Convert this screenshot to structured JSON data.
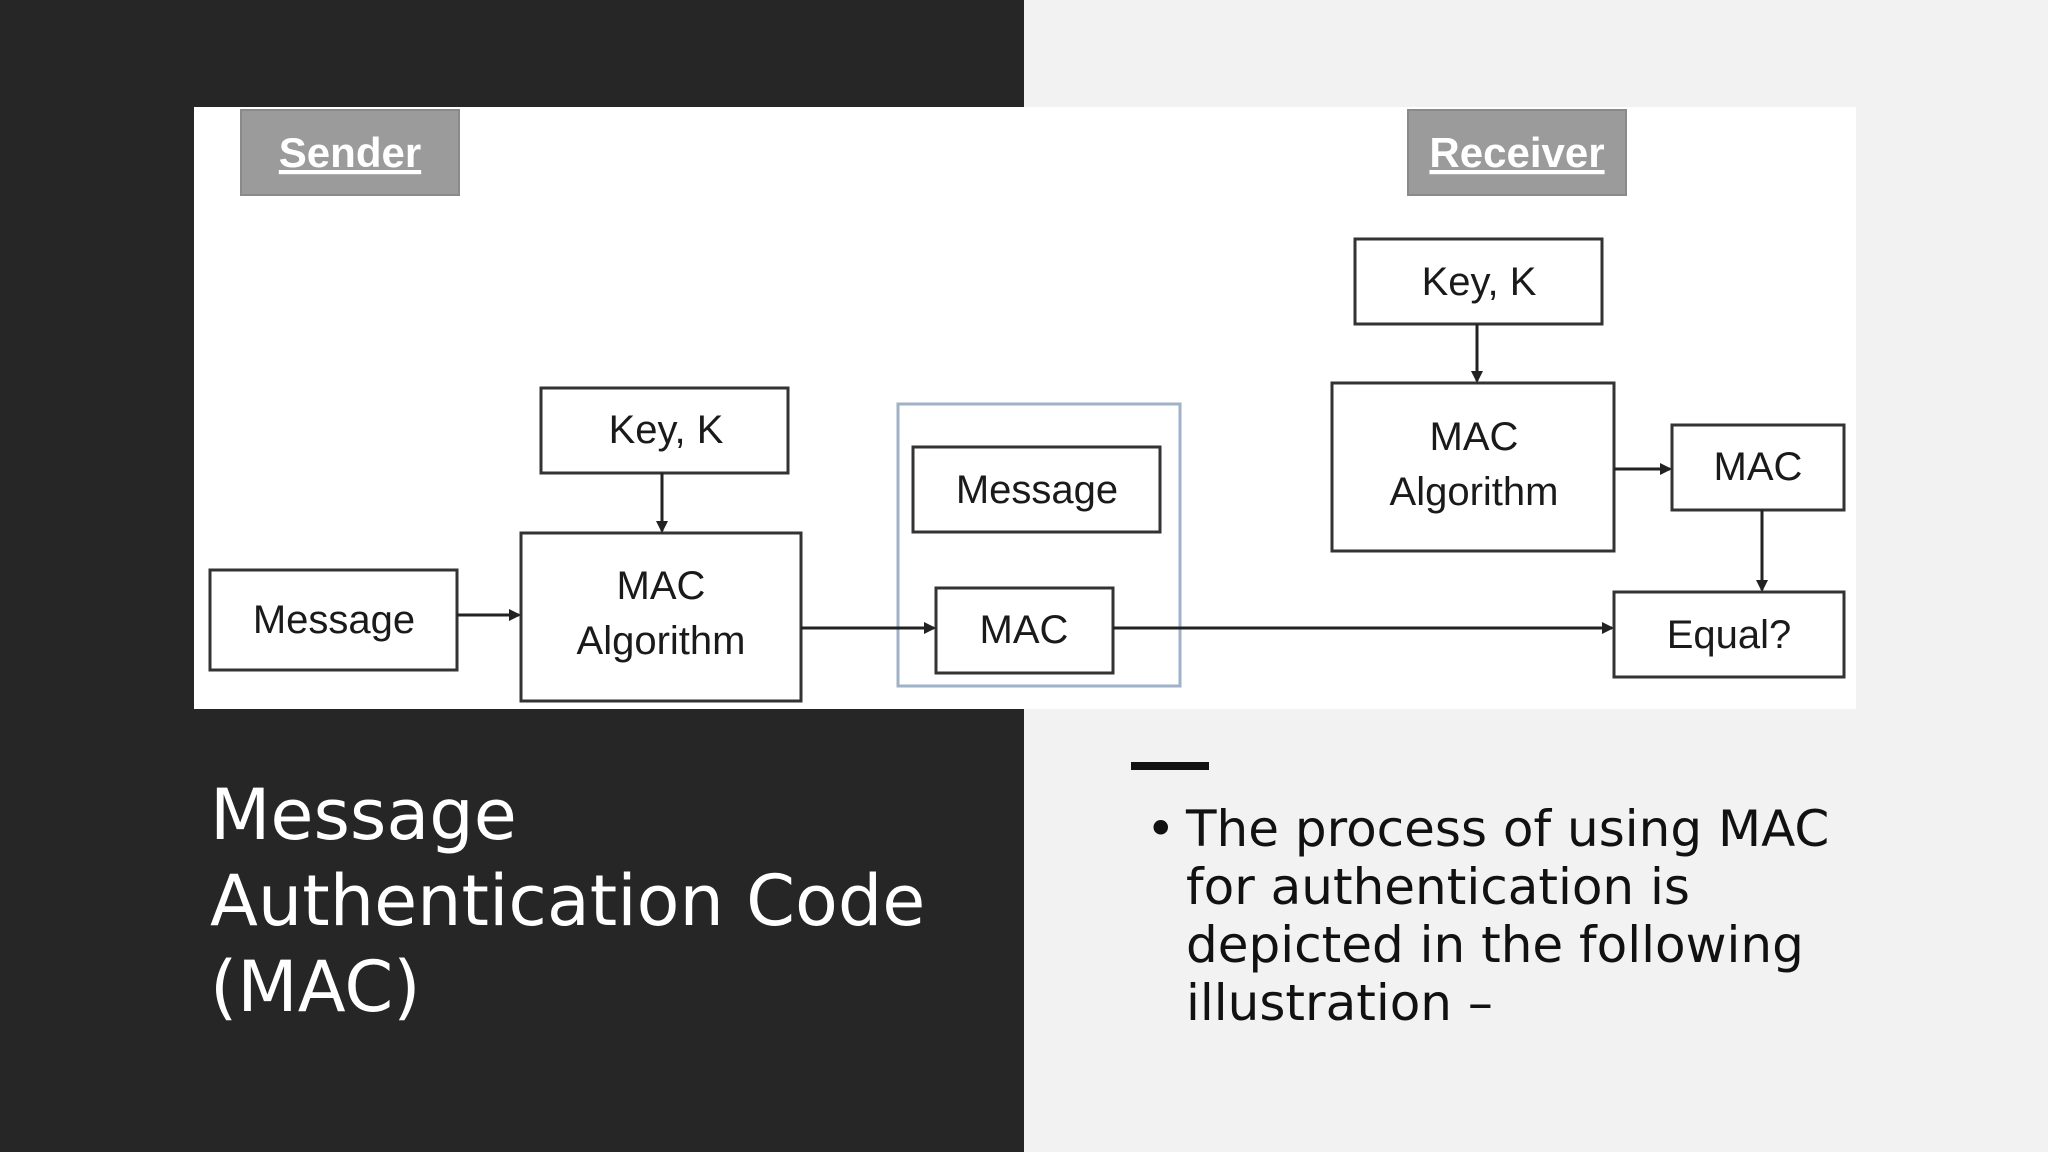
{
  "slide": {
    "title": "Message Authentication Code (MAC)",
    "bullets": [
      "The process of using MAC for authentication is depicted in the following illustration –"
    ]
  },
  "diagram": {
    "sender_tag": "Sender",
    "receiver_tag": "Receiver",
    "sender": {
      "message": "Message",
      "key": "Key, K",
      "algorithm_line1": "MAC",
      "algorithm_line2": "Algorithm"
    },
    "transmitted": {
      "message": "Message",
      "mac": "MAC"
    },
    "receiver": {
      "key": "Key, K",
      "algorithm_line1": "MAC",
      "algorithm_line2": "Algorithm",
      "mac": "MAC",
      "equal": "Equal?"
    },
    "colors": {
      "tag_bg": "#9b9b9b",
      "box_border": "#333333",
      "transmit_border": "#9fb2c7"
    }
  }
}
